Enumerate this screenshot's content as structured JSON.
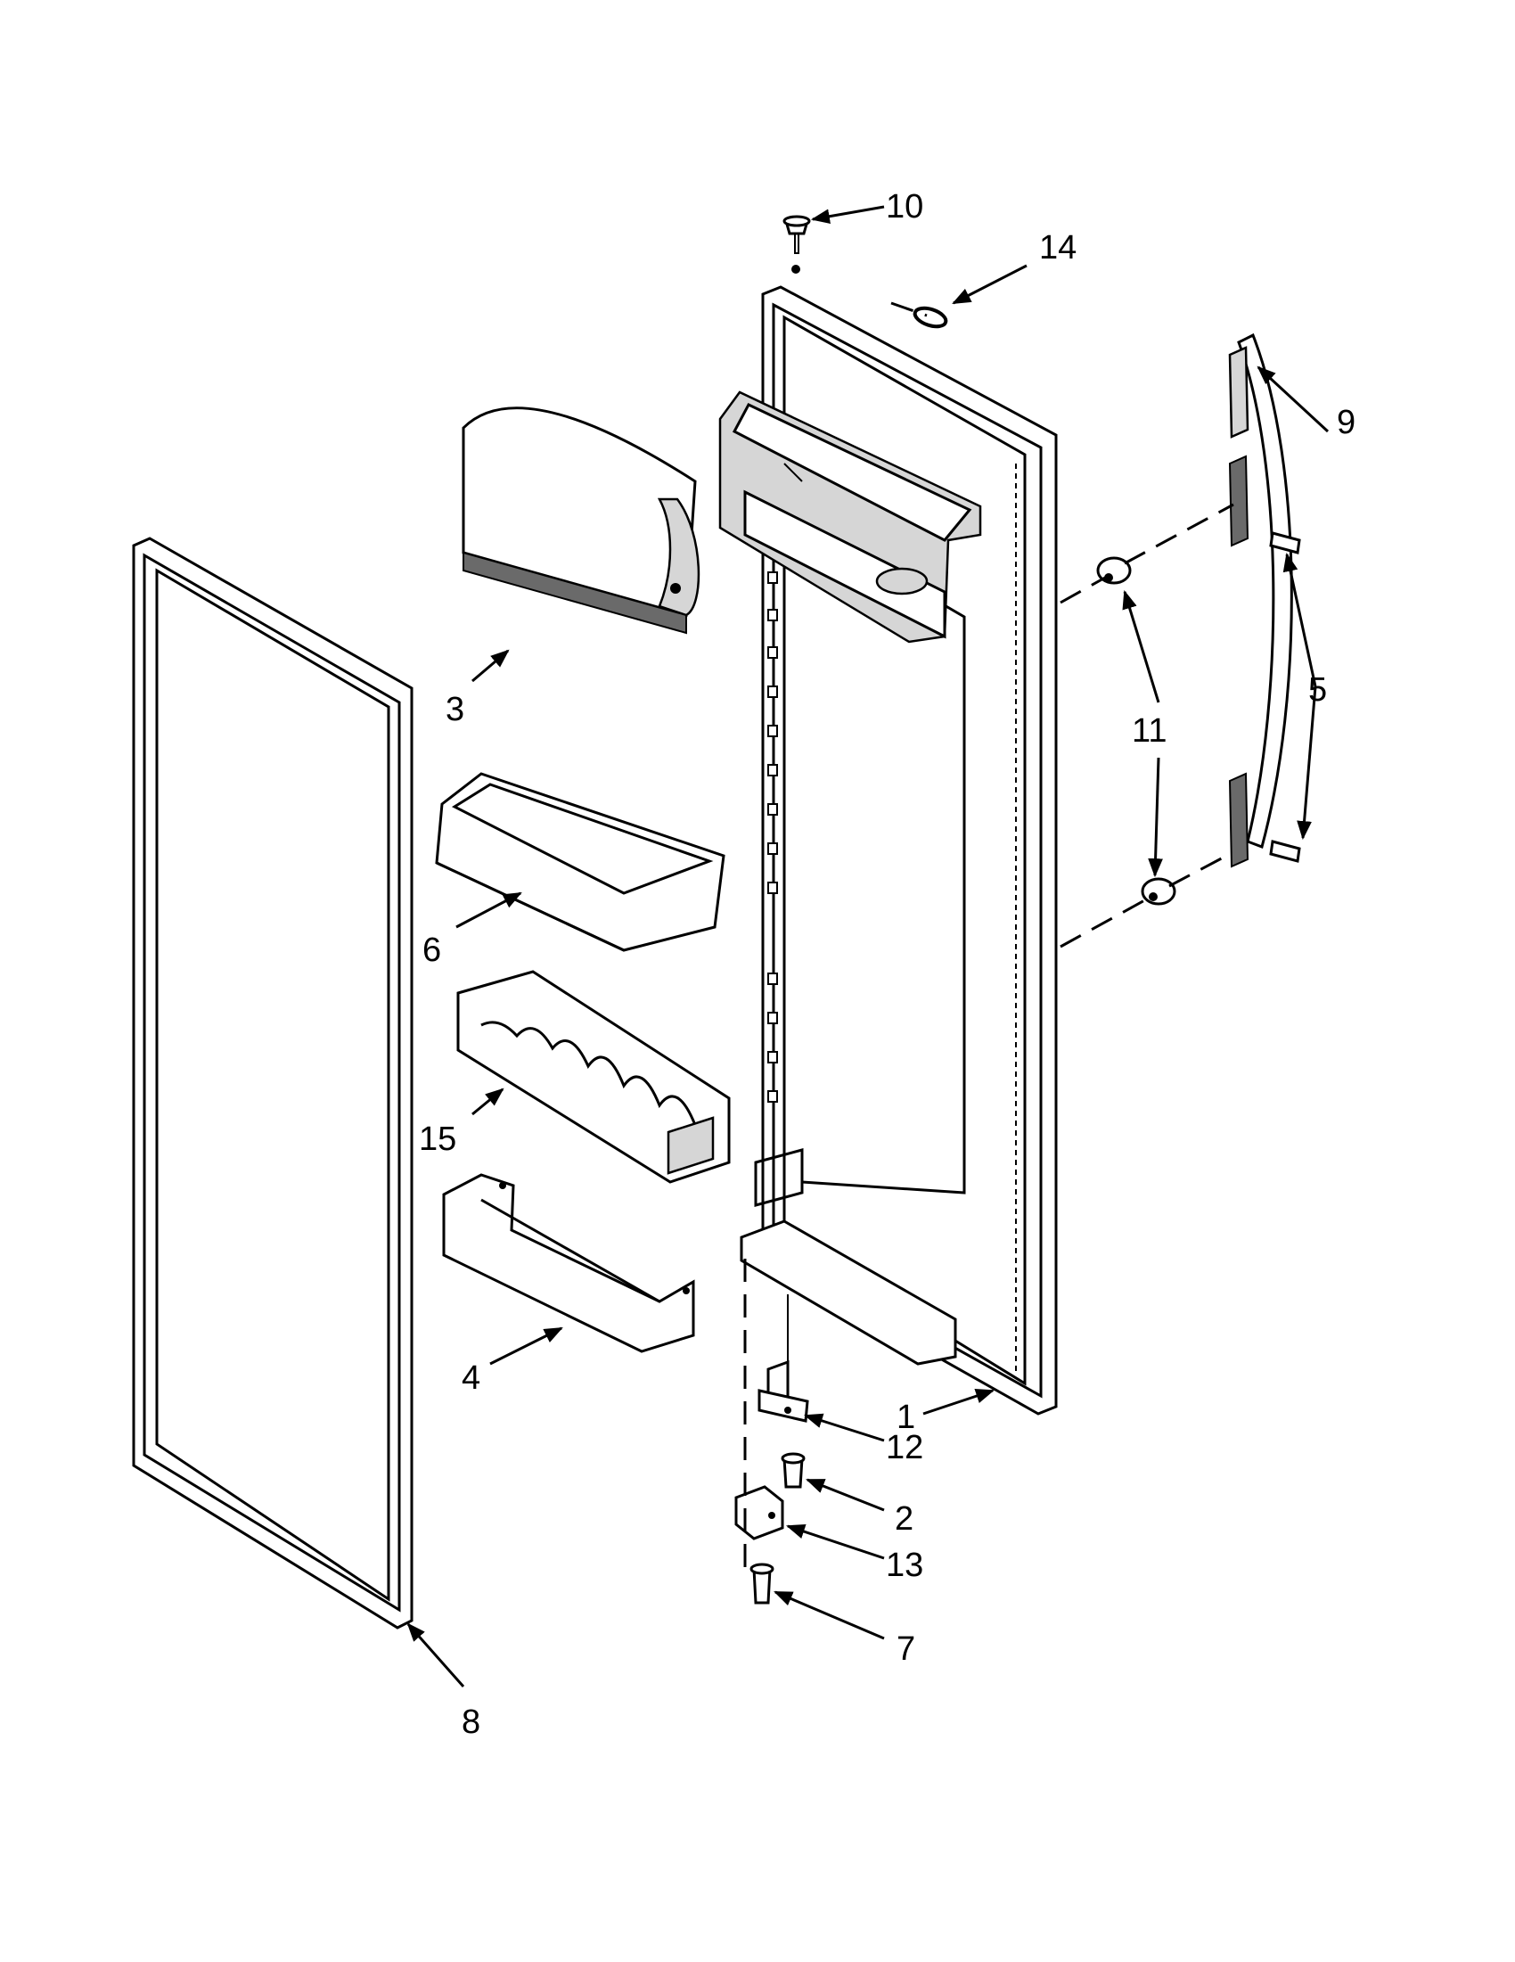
{
  "callouts": {
    "c1": "1",
    "c2": "2",
    "c3": "3",
    "c4": "4",
    "c5": "5",
    "c6": "6",
    "c7": "7",
    "c8": "8",
    "c9": "9",
    "c10": "10",
    "c11": "11",
    "c12": "12",
    "c13": "13",
    "c14": "14",
    "c15": "15"
  },
  "colors": {
    "line": "#000000",
    "fill": "#ffffff",
    "shade": "#d6d6d6"
  }
}
